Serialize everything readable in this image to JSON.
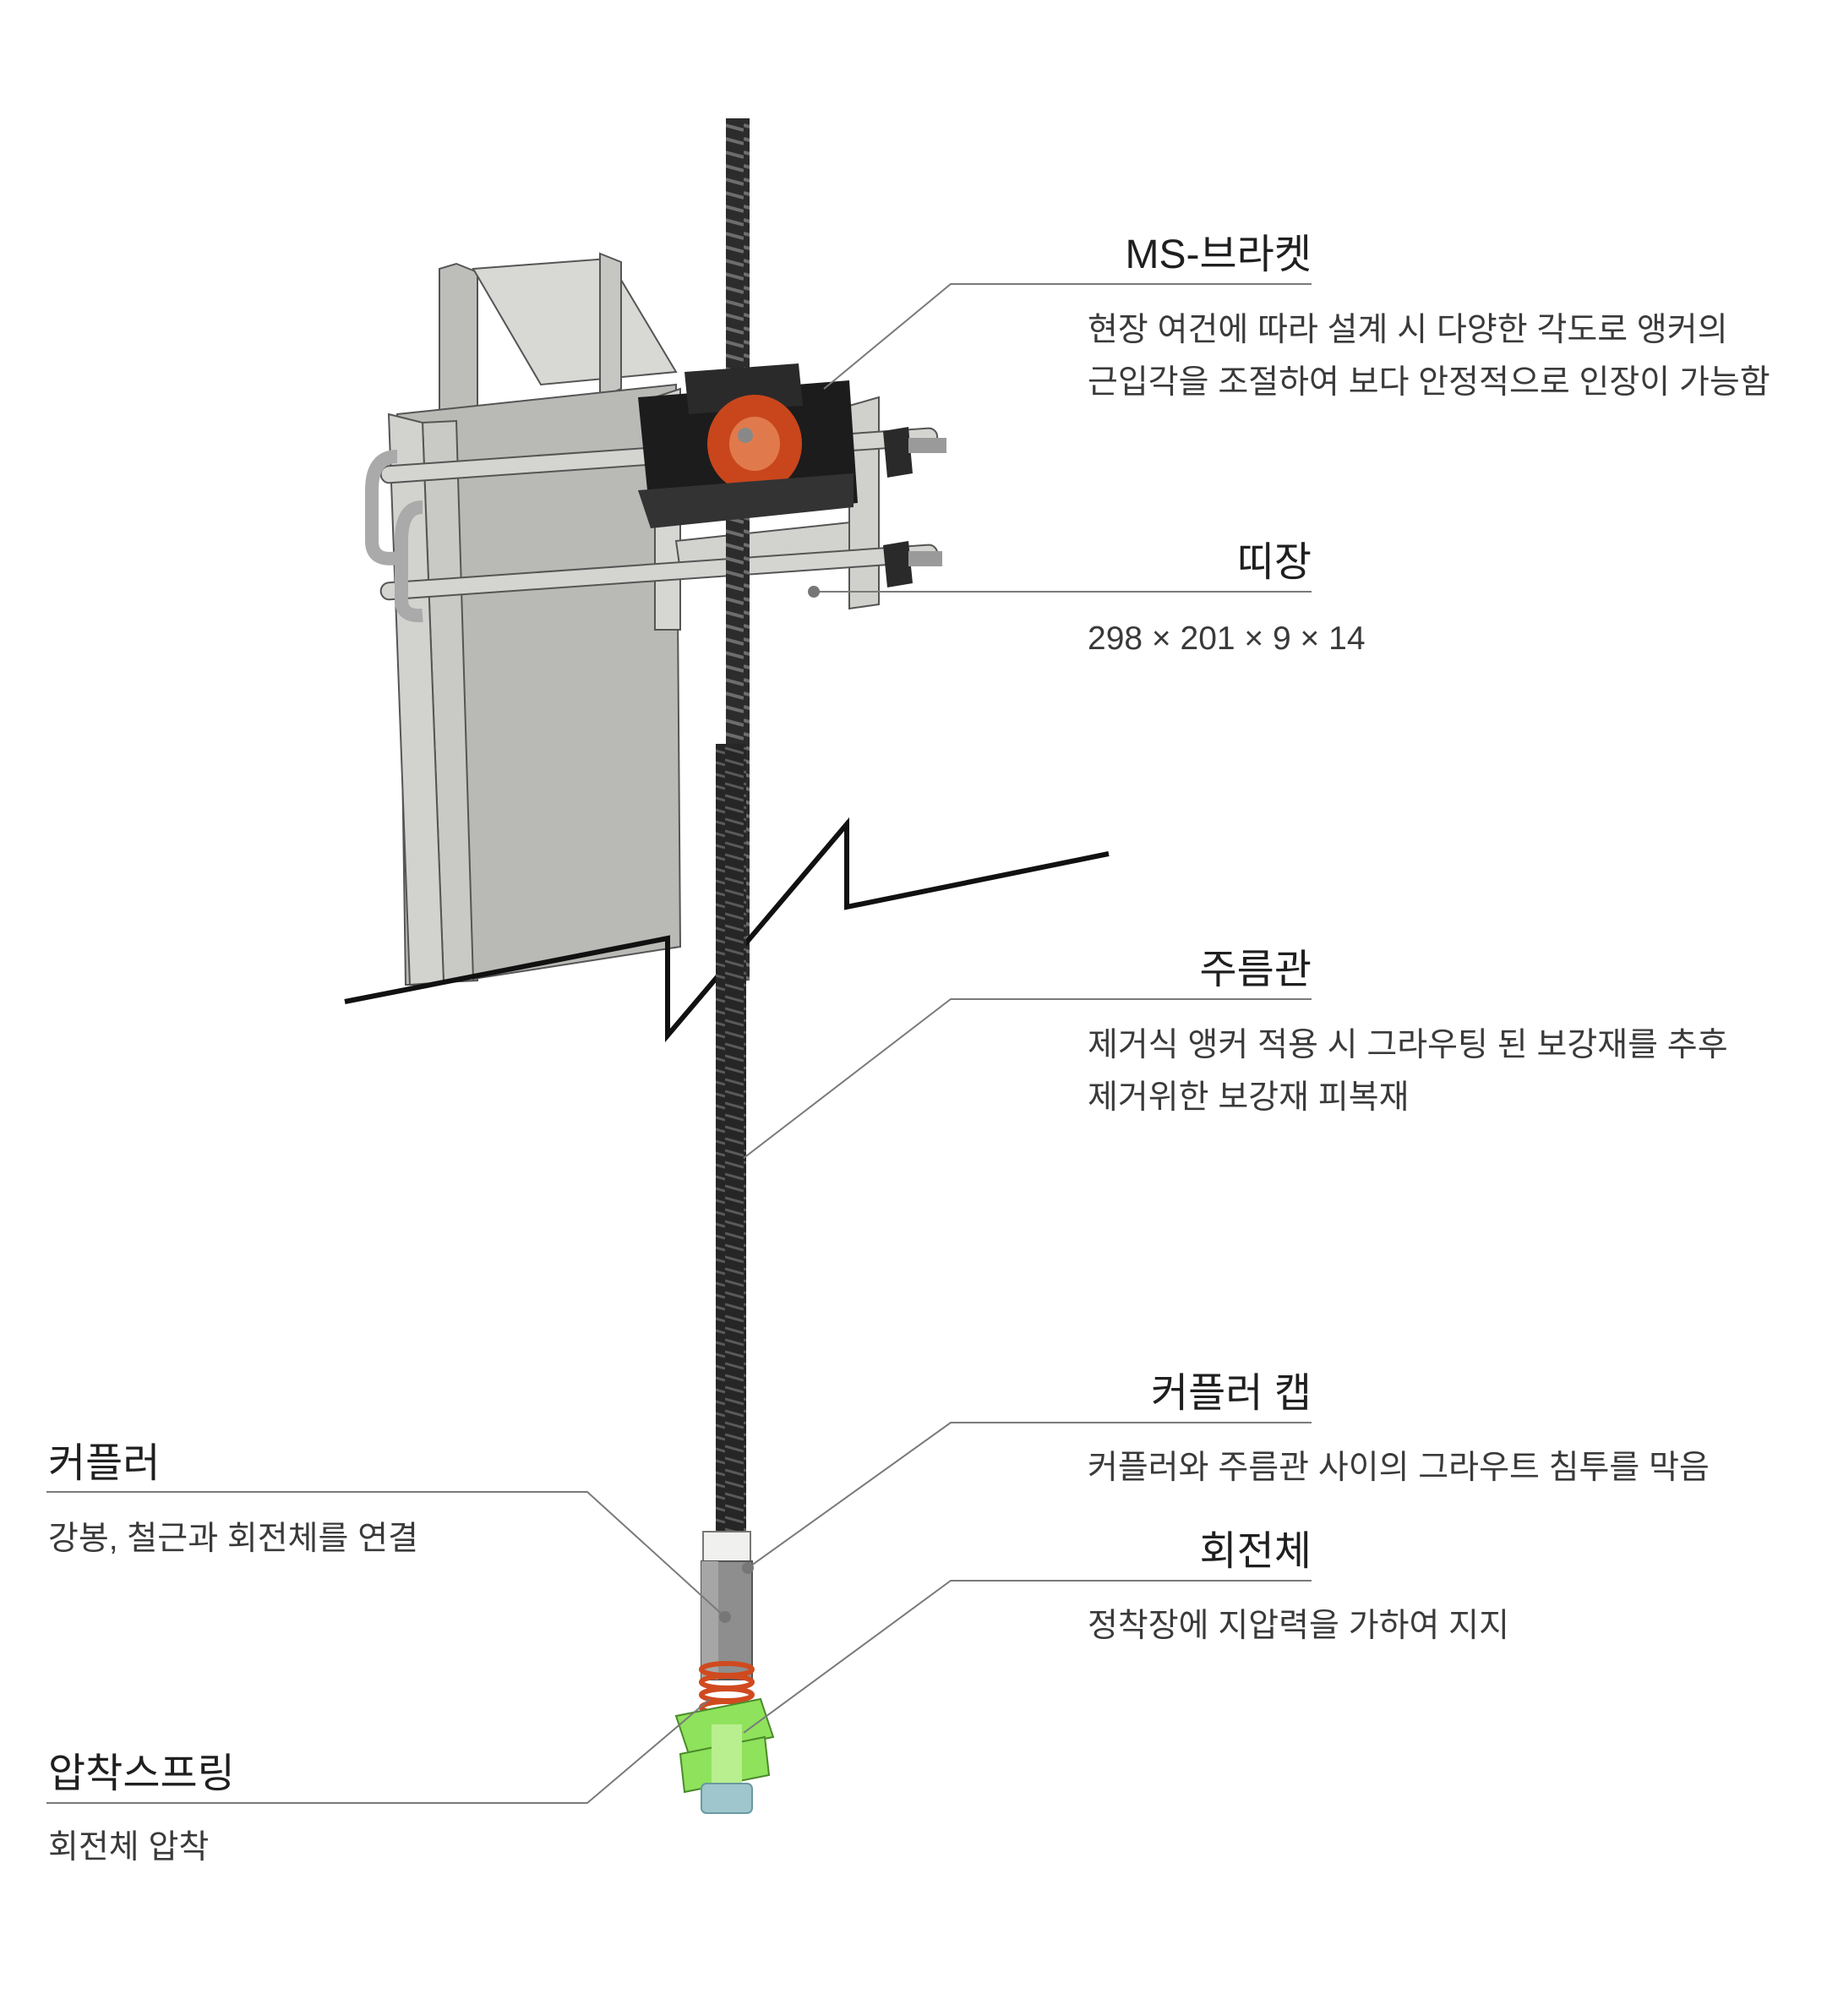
{
  "callouts": {
    "ms_bracket": {
      "title": "MS-브라켓",
      "desc_line1": "현장 여건에 따라 설계 시 다양한 각도로 앵커의",
      "desc_line2": "근입각을 조절하여 보다 안정적으로 인장이 가능함"
    },
    "waler": {
      "title": "띠장",
      "desc_line1": "298 × 201 × 9 × 14"
    },
    "sheath": {
      "title": "주름관",
      "desc_line1": "제거식 앵커 적용 시 그라우팅 된 보강재를 추후",
      "desc_line2": "제거위한 보강재 피복재"
    },
    "coupler_cap": {
      "title": "커플러 캡",
      "desc_line1": "커플러와 주름관 사이의 그라우트 침투를 막음"
    },
    "rotator": {
      "title": "회전체",
      "desc_line1": "정착장에 지압력을 가하여 지지"
    },
    "coupler": {
      "title": "커플러",
      "desc_line1": "강봉, 철근과 회전체를 연결"
    },
    "spring": {
      "title": "압착스프링",
      "desc_line1": "회전체 압착"
    }
  },
  "colors": {
    "steel": "#c9c9c6",
    "steel_dark": "#a9a9a6",
    "bracket_black": "#1c1c1c",
    "bracket_orange": "#c9461c",
    "rod": "#2a2a2a",
    "spring": "#d04a1f",
    "rotator_green": "#8fe25c",
    "tip_blue": "#9ec6cc",
    "leader": "#7a7a7a"
  }
}
